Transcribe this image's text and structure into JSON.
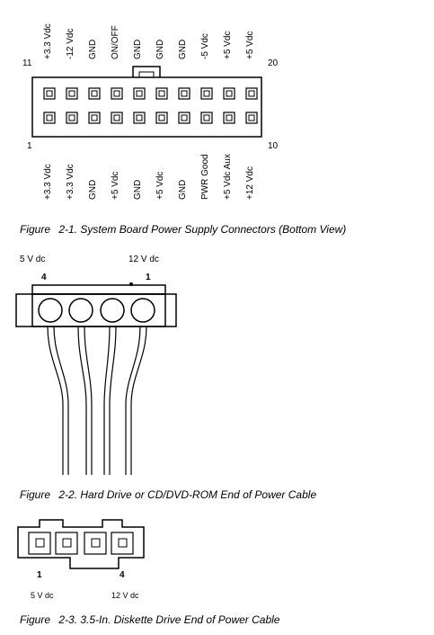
{
  "fig1": {
    "top_labels": [
      "+3.3 Vdc",
      "-12 Vdc",
      "GND",
      "ON/OFF",
      "GND",
      "GND",
      "GND",
      "-5 Vdc",
      "+5 Vdc",
      "+5 Vdc"
    ],
    "bottom_labels": [
      "+3.3 Vdc",
      "+3.3 Vdc",
      "GND",
      "+5 Vdc",
      "GND",
      "+5 Vdc",
      "GND",
      "PWR Good",
      "+5 Vdc Aux",
      "+12 Vdc"
    ],
    "pin_11": "11",
    "pin_20": "20",
    "pin_1": "1",
    "pin_10": "10",
    "caption_prefix": "Figure",
    "caption_text": "2-1. System Board Power Supply Connectors (Bottom View)"
  },
  "fig2": {
    "label_5v": "5 V dc",
    "label_12v": "12 V dc",
    "pin_4": "4",
    "pin_1": "1",
    "caption_prefix": "Figure",
    "caption_text": "2-2. Hard Drive or CD/DVD-ROM End of Power Cable"
  },
  "fig3": {
    "pin_1": "1",
    "pin_4": "4",
    "label_5v": "5 V dc",
    "label_12v": "12 V dc",
    "caption_prefix": "Figure",
    "caption_text": "2-3. 3.5-In. Diskette Drive End of Power Cable"
  }
}
